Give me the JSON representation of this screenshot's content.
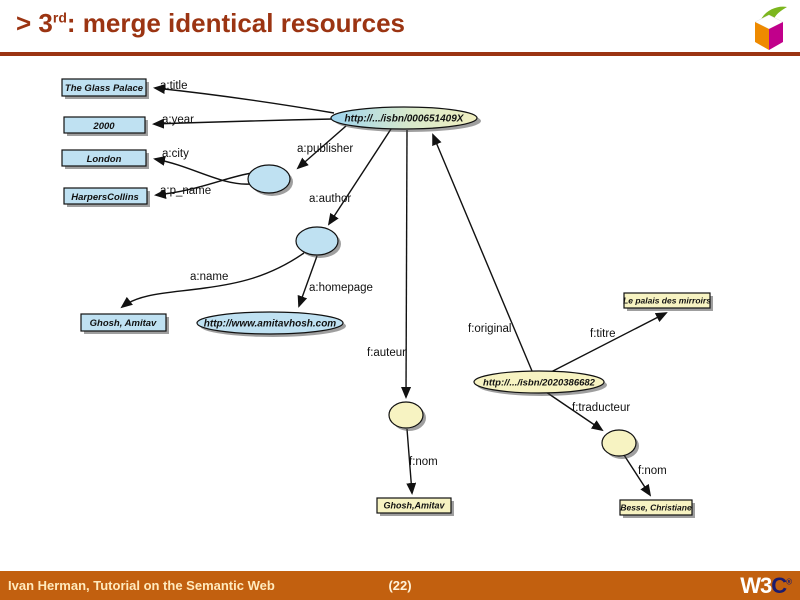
{
  "header": {
    "title_prefix": "> 3",
    "title_sup": "rd",
    "title_rest": ": merge identical resources",
    "logo": "tutorial-cube-logo"
  },
  "colors": {
    "title": "#9b3412",
    "rule": "#9b3412",
    "footer_bg": "#c2600f",
    "footer_text": "#ffeabd",
    "node_blue": "#bfe1f2",
    "node_yellow": "#f7f3c2",
    "merged_gradient_left": "#9ed4ef",
    "merged_gradient_right": "#f1efc0",
    "cube_orange": "#ee8a00",
    "cube_magenta": "#c1008b",
    "cube_green": "#7cb61e"
  },
  "diagram": {
    "nodes": [
      {
        "id": "glass_palace",
        "type": "literal",
        "color": "blue",
        "text": "The Glass Palace"
      },
      {
        "id": "year_2000",
        "type": "literal",
        "color": "blue",
        "text": "2000"
      },
      {
        "id": "london",
        "type": "literal",
        "color": "blue",
        "text": "London"
      },
      {
        "id": "harpers",
        "type": "literal",
        "color": "blue",
        "text": "HarpersCollins"
      },
      {
        "id": "ghosh_left",
        "type": "literal",
        "color": "blue",
        "text": "Ghosh, Amitav"
      },
      {
        "id": "isbn_en",
        "type": "resource",
        "color": "merged",
        "text": "http://.../isbn/000651409X"
      },
      {
        "id": "publisher_blank",
        "type": "blank",
        "color": "blue",
        "text": ""
      },
      {
        "id": "author_blank",
        "type": "blank",
        "color": "blue",
        "text": ""
      },
      {
        "id": "homepage",
        "type": "resource",
        "color": "blue",
        "text": "http://www.amitavhosh.com"
      },
      {
        "id": "isbn_fr",
        "type": "resource",
        "color": "yellow",
        "text": "http://.../isbn/2020386682"
      },
      {
        "id": "auteur_blank",
        "type": "blank",
        "color": "yellow",
        "text": ""
      },
      {
        "id": "traducteur_blank",
        "type": "blank",
        "color": "yellow",
        "text": ""
      },
      {
        "id": "palais",
        "type": "literal",
        "color": "yellow",
        "text": "Le palais des mirroirs"
      },
      {
        "id": "ghosh_bottom",
        "type": "literal",
        "color": "yellow",
        "text": "Ghosh,Amitav"
      },
      {
        "id": "besse",
        "type": "literal",
        "color": "yellow",
        "text": "Besse, Christiane"
      }
    ],
    "edges": [
      {
        "label": "a:title",
        "from": "isbn_en",
        "to": "glass_palace"
      },
      {
        "label": "a:year",
        "from": "isbn_en",
        "to": "year_2000"
      },
      {
        "label": "a:publisher",
        "from": "isbn_en",
        "to": "publisher_blank"
      },
      {
        "label": "a:author",
        "from": "isbn_en",
        "to": "author_blank"
      },
      {
        "label": "a:city",
        "from": "publisher_blank",
        "to": "london"
      },
      {
        "label": "a:p_name",
        "from": "publisher_blank",
        "to": "harpers"
      },
      {
        "label": "a:name",
        "from": "author_blank",
        "to": "ghosh_left"
      },
      {
        "label": "a:homepage",
        "from": "author_blank",
        "to": "homepage"
      },
      {
        "label": "f:auteur",
        "from": "isbn_en",
        "to": "auteur_blank"
      },
      {
        "label": "f:original",
        "from": "isbn_fr",
        "to": "isbn_en"
      },
      {
        "label": "f:titre",
        "from": "isbn_fr",
        "to": "palais"
      },
      {
        "label": "f:traducteur",
        "from": "isbn_fr",
        "to": "traducteur_blank"
      },
      {
        "label": "f:nom",
        "from": "auteur_blank",
        "to": "ghosh_bottom"
      },
      {
        "label": "f:nom",
        "from": "traducteur_blank",
        "to": "besse"
      }
    ]
  },
  "footer": {
    "left": "Ivan Herman, Tutorial on the Semantic Web",
    "page": "(22)",
    "w3c_w3": "W3",
    "w3c_c": "C",
    "w3c_mark": "®"
  }
}
